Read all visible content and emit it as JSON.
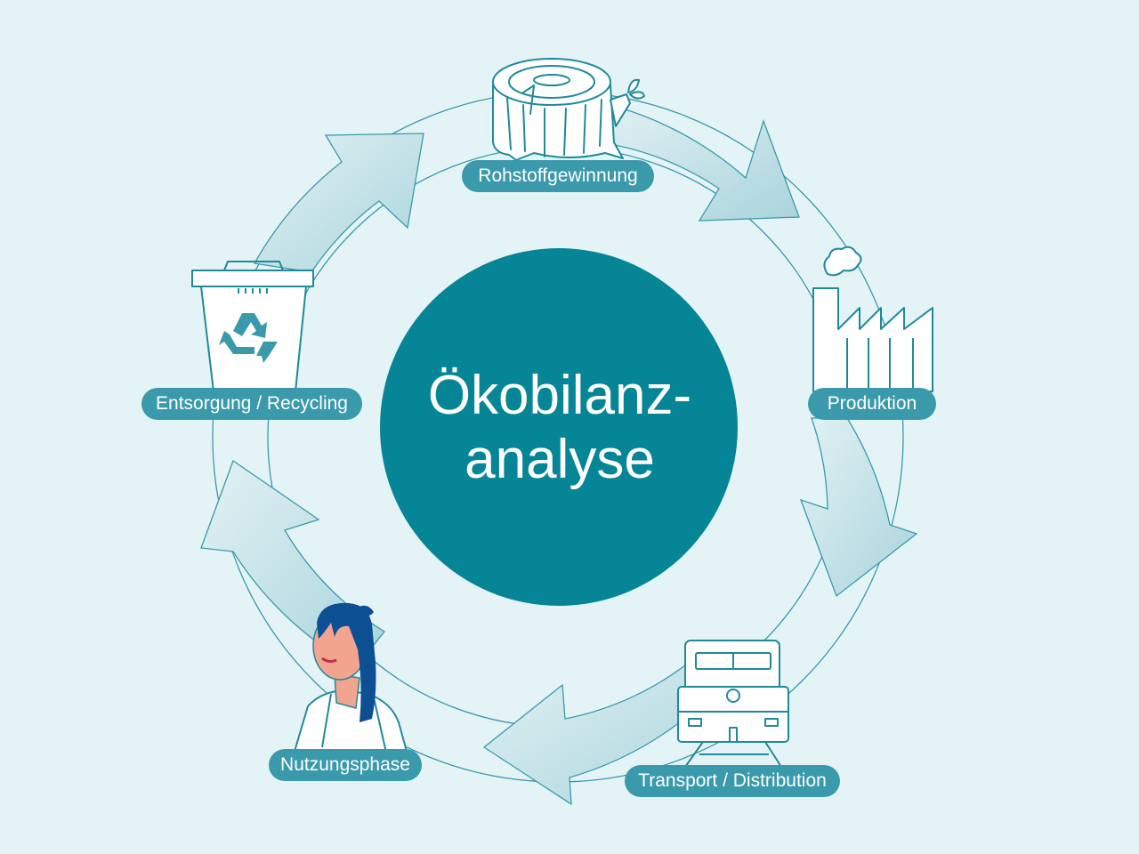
{
  "colors": {
    "background": "#e4f4f6",
    "center_circle": "#058596",
    "label_pill": "#3a9aab",
    "arrow_fill": "#bfe0e6",
    "outline": "#1f8a9a",
    "hair": "#0d4f93"
  },
  "center": {
    "line1": "Ökobilanz-",
    "line2": "analyse"
  },
  "stages": [
    {
      "label": "Rohstoffgewinnung",
      "icon": "tree-stump-icon"
    },
    {
      "label": "Produktion",
      "icon": "factory-icon"
    },
    {
      "label": "Transport / Distribution",
      "icon": "train-icon"
    },
    {
      "label": "Nutzungsphase",
      "icon": "person-icon"
    },
    {
      "label": "Entsorgung / Recycling",
      "icon": "recycling-bin-icon"
    }
  ]
}
